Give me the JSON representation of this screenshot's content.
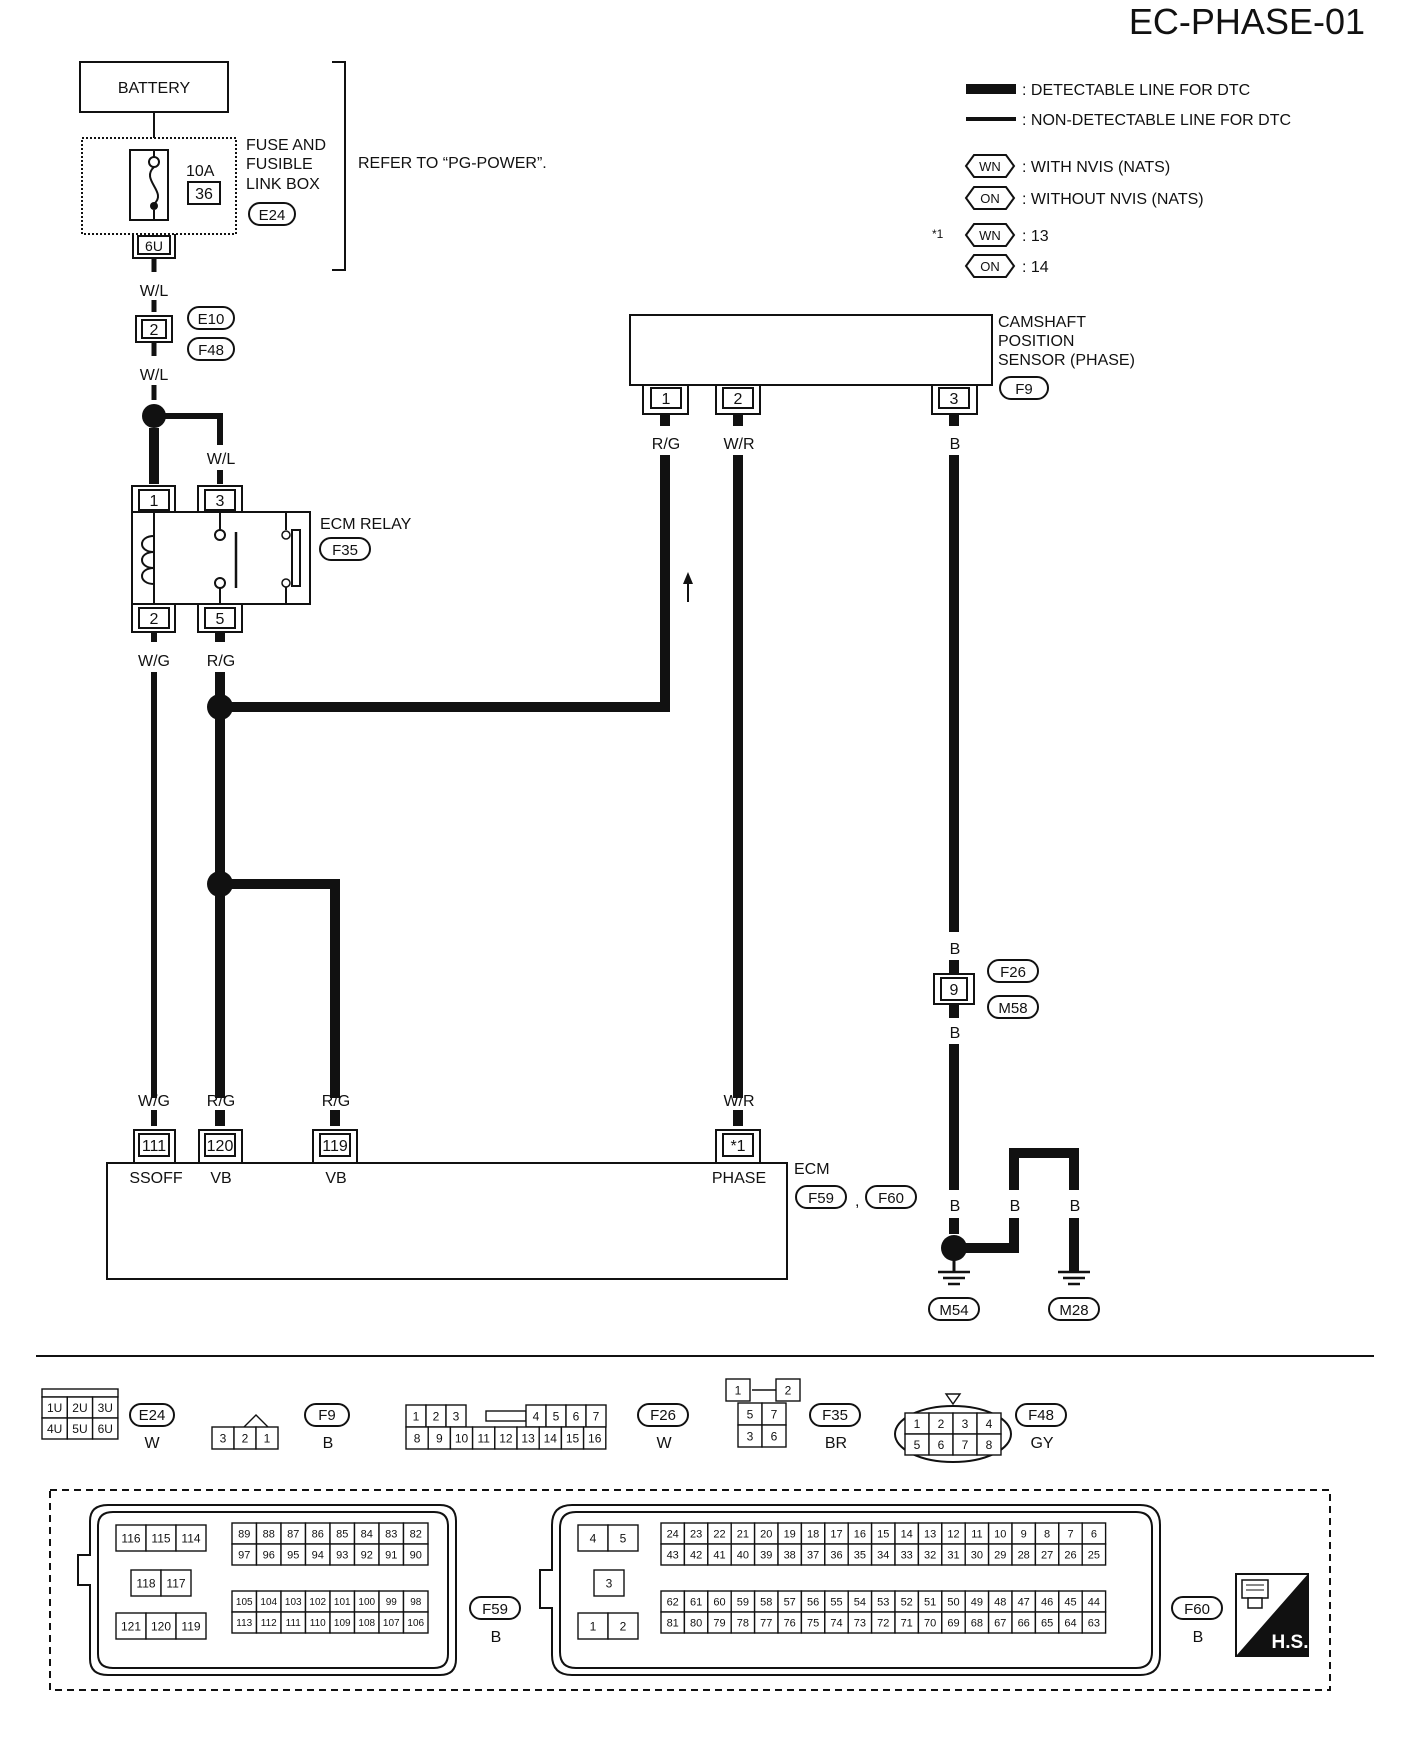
{
  "title": "EC-PHASE-01",
  "legend": {
    "detectable": ": DETECTABLE LINE FOR DTC",
    "non_detectable": ": NON-DETECTABLE LINE FOR DTC",
    "wn_symbol": "WN",
    "on_symbol": "ON",
    "wn_desc": ": WITH NVIS (NATS)",
    "on_desc": ": WITHOUT NVIS (NATS)",
    "note_mark": "*1",
    "wn_pin": ": 13",
    "on_pin": ": 14"
  },
  "battery": "BATTERY",
  "fuse_box": {
    "line1": "FUSE AND",
    "line2": "FUSIBLE",
    "line3": "LINK BOX",
    "code": "E24",
    "amps": "10A",
    "number": "36",
    "terminal": "6U",
    "refer": "REFER TO “PG-POWER”."
  },
  "joint_e10": {
    "pin": "2",
    "code_top": "E10",
    "code_bottom": "F48"
  },
  "ecm_relay": {
    "name": "ECM RELAY",
    "code": "F35",
    "pins": [
      "1",
      "3",
      "2",
      "5"
    ]
  },
  "cmp_sensor": {
    "line1": "CAMSHAFT",
    "line2": "POSITION",
    "line3": "SENSOR (PHASE)",
    "code": "F9",
    "pins": [
      "1",
      "2",
      "3"
    ]
  },
  "joint_f26": {
    "pin": "9",
    "code_top": "F26",
    "code_bottom": "M58"
  },
  "ecm": {
    "name": "ECM",
    "code1": "F59",
    "sep": ",",
    "code2": "F60",
    "pins": [
      "111",
      "120",
      "119",
      "*1"
    ],
    "labels": [
      "SSOFF",
      "VB",
      "VB",
      "PHASE"
    ]
  },
  "wires": {
    "wl_top": "W/L",
    "wl_mid": "W/L",
    "wl_right": "W/L",
    "wg_relay": "W/G",
    "rg_relay": "R/G",
    "rg_sensor": "R/G",
    "wr_sensor": "W/R",
    "b_sensor": "B",
    "b_f26_top": "B",
    "b_f26_bottom": "B",
    "wg_ecm": "W/G",
    "rg_ecm1": "R/G",
    "rg_ecm2": "R/G",
    "wr_ecm": "W/R",
    "b_g1": "B",
    "b_g2": "B",
    "b_g3": "B"
  },
  "grounds": {
    "g1": "M54",
    "g2": "M28"
  },
  "connectors": {
    "e24": {
      "code": "E24",
      "color": "W",
      "cells": [
        "1U",
        "2U",
        "3U",
        "4U",
        "5U",
        "6U"
      ]
    },
    "f9": {
      "code": "F9",
      "color": "B",
      "cells": [
        "3",
        "2",
        "1"
      ]
    },
    "f26": {
      "code": "F26",
      "color": "W",
      "top": [
        "1",
        "2",
        "3",
        "4",
        "5",
        "6",
        "7"
      ],
      "bottom": [
        "8",
        "9",
        "10",
        "11",
        "12",
        "13",
        "14",
        "15",
        "16"
      ]
    },
    "f35": {
      "code": "F35",
      "color": "BR",
      "cells": [
        "1",
        "2",
        "5",
        "7",
        "3",
        "6"
      ]
    },
    "f48": {
      "code": "F48",
      "color": "GY",
      "top": [
        "1",
        "2",
        "3",
        "4"
      ],
      "bottom": [
        "5",
        "6",
        "7",
        "8"
      ]
    },
    "f59": {
      "code": "F59",
      "color": "B",
      "big_a": [
        "116",
        "115",
        "114"
      ],
      "big_b": [
        "118",
        "117"
      ],
      "big_c": [
        "121",
        "120",
        "119"
      ],
      "r1": [
        "89",
        "88",
        "87",
        "86",
        "85",
        "84",
        "83",
        "82"
      ],
      "r2": [
        "97",
        "96",
        "95",
        "94",
        "93",
        "92",
        "91",
        "90"
      ],
      "r3": [
        "105",
        "104",
        "103",
        "102",
        "101",
        "100",
        "99",
        "98"
      ],
      "r4": [
        "113",
        "112",
        "111",
        "110",
        "109",
        "108",
        "107",
        "106"
      ]
    },
    "f60": {
      "code": "F60",
      "color": "B",
      "big_a": [
        "4",
        "5"
      ],
      "big_b": [
        "3"
      ],
      "big_c": [
        "1",
        "2"
      ],
      "r1": [
        "24",
        "23",
        "22",
        "21",
        "20",
        "19",
        "18",
        "17",
        "16",
        "15",
        "14",
        "13",
        "12",
        "11",
        "10",
        "9",
        "8",
        "7",
        "6"
      ],
      "r2": [
        "43",
        "42",
        "41",
        "40",
        "39",
        "38",
        "37",
        "36",
        "35",
        "34",
        "33",
        "32",
        "31",
        "30",
        "29",
        "28",
        "27",
        "26",
        "25"
      ],
      "r3": [
        "62",
        "61",
        "60",
        "59",
        "58",
        "57",
        "56",
        "55",
        "54",
        "53",
        "52",
        "51",
        "50",
        "49",
        "48",
        "47",
        "46",
        "45",
        "44"
      ],
      "r4": [
        "81",
        "80",
        "79",
        "78",
        "77",
        "76",
        "75",
        "74",
        "73",
        "72",
        "71",
        "70",
        "69",
        "68",
        "67",
        "66",
        "65",
        "64",
        "63"
      ]
    }
  },
  "hs": "H.S."
}
